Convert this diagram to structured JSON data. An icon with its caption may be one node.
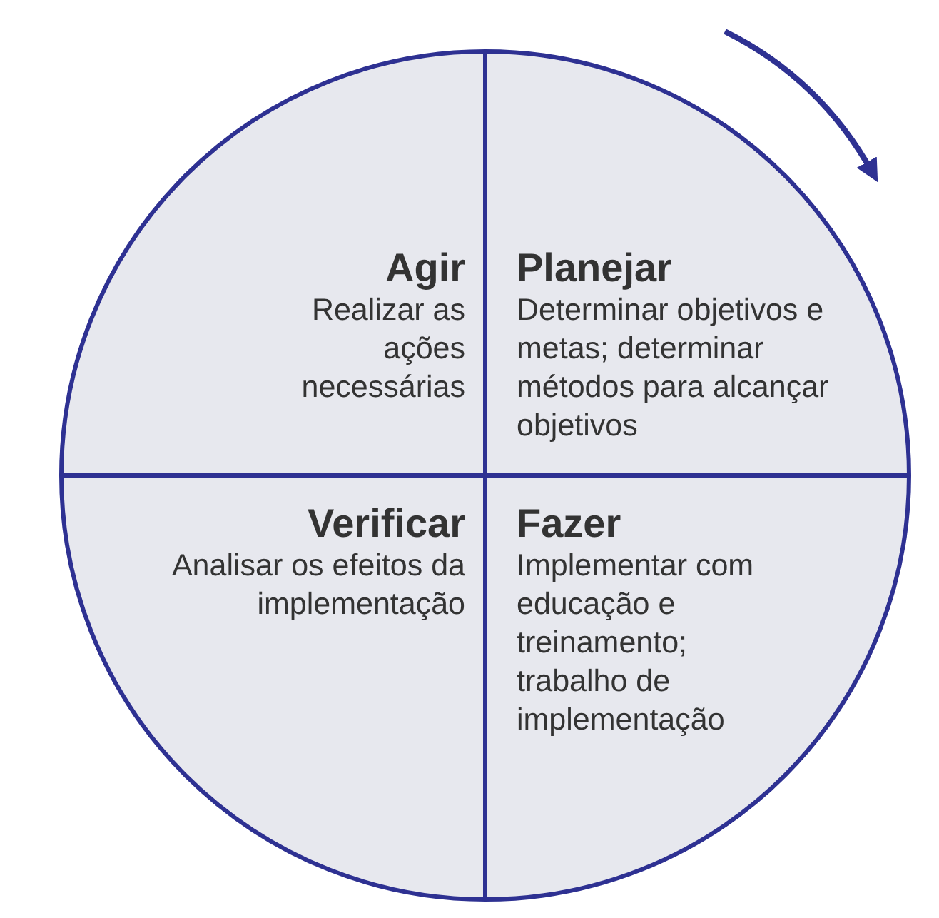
{
  "diagram": {
    "nodes": [
      {
        "text": [],
        "shape": "circle"
      },
      {
        "text": [
          "Agir",
          "Realizar as ações necessárias"
        ],
        "in": 0
      },
      {
        "text": [
          "Planejar",
          "Determinar objetivos e metas; determinar métodos para alcançar objetivos"
        ],
        "in": 0
      },
      {
        "text": [
          "Verificar",
          "Analisar os efeitos da implementação"
        ],
        "in": 0
      },
      {
        "text": [
          "Fazer",
          "Implementar com educação e treinamento; trabalho de implementação"
        ],
        "in": 0
      }
    ]
  }
}
